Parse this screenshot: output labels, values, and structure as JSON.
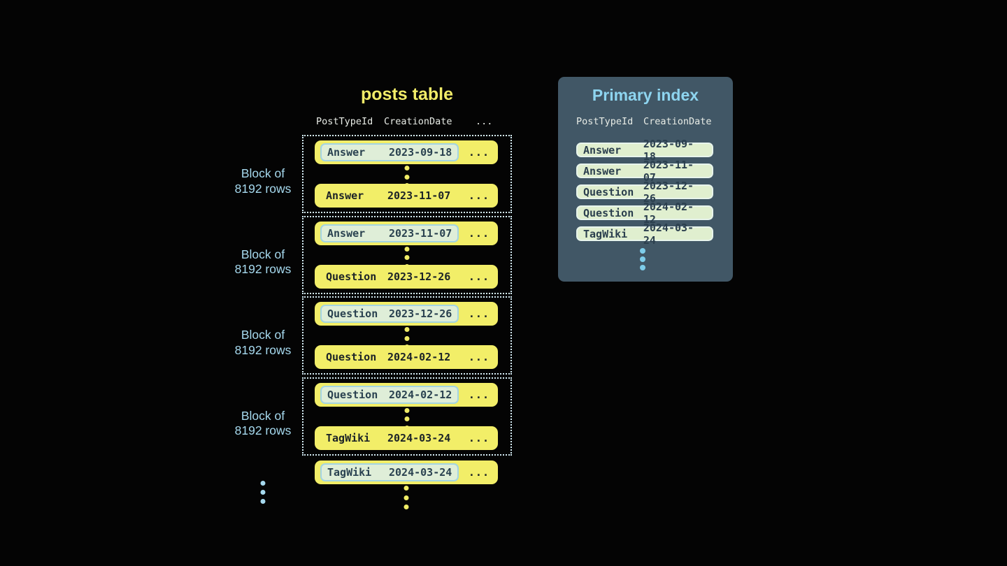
{
  "posts_table": {
    "title": "posts table",
    "columns": [
      "PostTypeId",
      "CreationDate",
      "..."
    ],
    "ellipsis": "...",
    "block_label": {
      "line1": "Block of",
      "line2": "8192 rows"
    },
    "blocks": [
      {
        "first_row": {
          "post_type": "Answer",
          "creation_date": "2023-09-18"
        },
        "last_row": {
          "post_type": "Answer",
          "creation_date": "2023-11-07"
        }
      },
      {
        "first_row": {
          "post_type": "Answer",
          "creation_date": "2023-11-07"
        },
        "last_row": {
          "post_type": "Question",
          "creation_date": "2023-12-26"
        }
      },
      {
        "first_row": {
          "post_type": "Question",
          "creation_date": "2023-12-26"
        },
        "last_row": {
          "post_type": "Question",
          "creation_date": "2024-02-12"
        }
      },
      {
        "first_row": {
          "post_type": "Question",
          "creation_date": "2024-02-12"
        },
        "last_row": {
          "post_type": "TagWiki",
          "creation_date": "2024-03-24"
        }
      }
    ],
    "trailing_row": {
      "post_type": "TagWiki",
      "creation_date": "2024-03-24"
    }
  },
  "primary_index": {
    "title": "Primary index",
    "columns": [
      "PostTypeId",
      "CreationDate"
    ],
    "rows": [
      {
        "post_type": "Answer",
        "creation_date": "2023-09-18"
      },
      {
        "post_type": "Answer",
        "creation_date": "2023-11-07"
      },
      {
        "post_type": "Question",
        "creation_date": "2023-12-26"
      },
      {
        "post_type": "Question",
        "creation_date": "2024-02-12"
      },
      {
        "post_type": "TagWiki",
        "creation_date": "2024-03-24"
      }
    ]
  },
  "colors": {
    "background": "#040404",
    "row_yellow": "#f2ee68",
    "title_yellow": "#f1ec68",
    "highlight_green": "#dfeed8",
    "highlight_border_blue": "#a3d4e2",
    "index_row_green": "#e0efcf",
    "index_row_border": "#e7f4ec",
    "panel_slate": "#415766",
    "accent_light_blue": "#a6d9ee",
    "index_title_blue": "#8ed5f0",
    "block_border_dotted": "#d6edf6",
    "dark_text": "#1c2327",
    "pill_text": "#2a4250",
    "header_text": "#e8ece6"
  }
}
